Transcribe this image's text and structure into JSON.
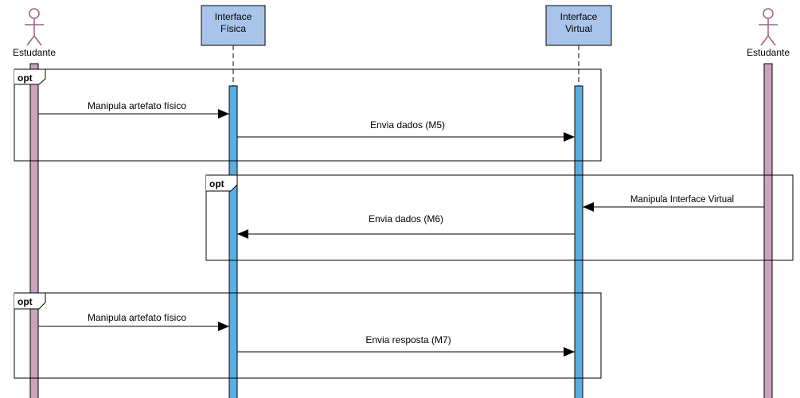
{
  "participants": {
    "student_left": {
      "label": "Estudante"
    },
    "physical": {
      "label_line1": "Interface",
      "label_line2": "Física"
    },
    "virtual": {
      "label_line1": "Interface",
      "label_line2": "Virtual"
    },
    "student_right": {
      "label": "Estudante"
    }
  },
  "fragments": [
    {
      "keyword": "opt"
    },
    {
      "keyword": "opt"
    },
    {
      "keyword": "opt"
    }
  ],
  "messages": [
    {
      "label": "Manipula artefato físico"
    },
    {
      "label": "Envia dados (M5)"
    },
    {
      "label": "Manipula Interface Virtual"
    },
    {
      "label": "Envia dados (M6)"
    },
    {
      "label": "Manipula artefato físico"
    },
    {
      "label": "Envia resposta (M7)"
    }
  ],
  "colors": {
    "actor_stroke": "#996185",
    "actor_fill": "#ffffff",
    "student_activation": "#cda2be",
    "interface_box": "#a9c4eb",
    "interface_activation": "#5aaee0",
    "line": "#000000"
  }
}
